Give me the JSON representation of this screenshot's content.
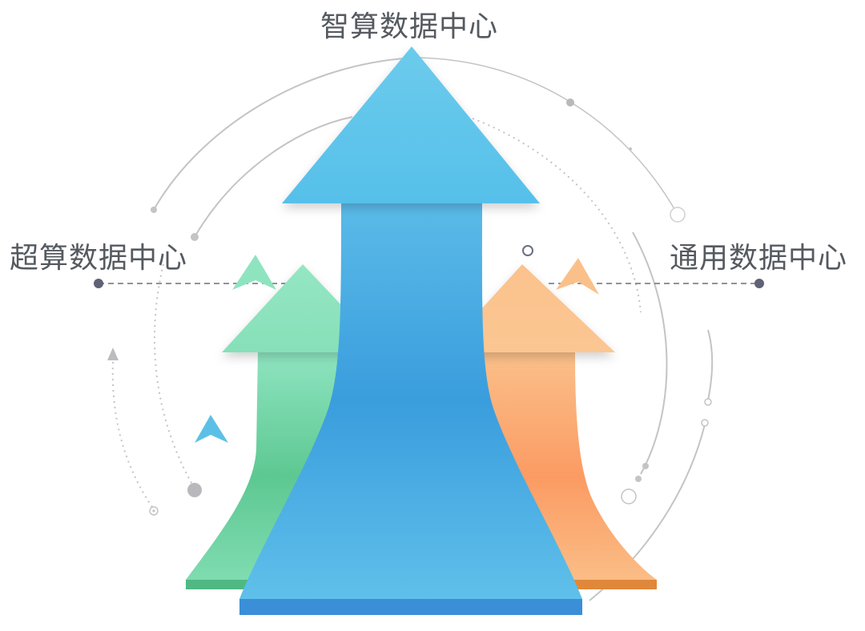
{
  "labels": {
    "top": "智算数据中心",
    "left": "超算数据中心",
    "right": "通用数据中心"
  },
  "colors": {
    "blue": "#4aaee6",
    "green": "#7fdcb0",
    "orange": "#fba775",
    "arc": "#c4c4c6",
    "dot": "#5f6275",
    "text": "#555a60"
  }
}
